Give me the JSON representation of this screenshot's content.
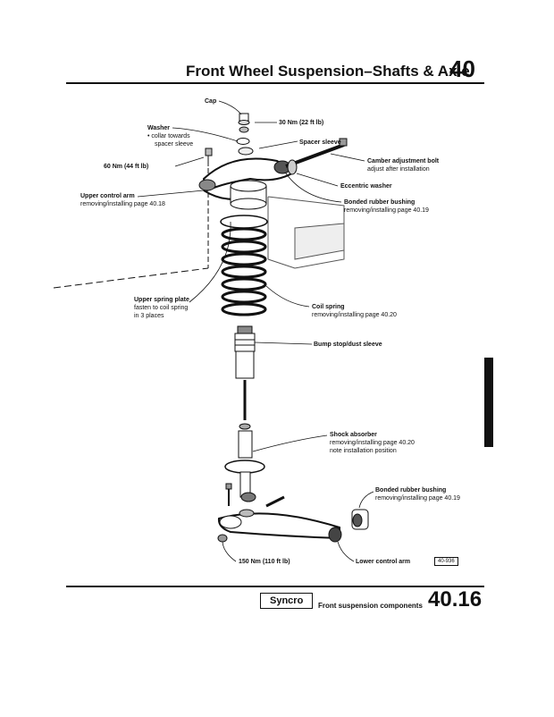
{
  "header": {
    "title": "Front Wheel Suspension–Shafts & Axle",
    "section": "40"
  },
  "labels": {
    "cap": "Cap",
    "torque_30": "30 Nm (22 ft lb)",
    "washer": "Washer",
    "washer_note1": "• collar towards",
    "washer_note2": "spacer sleeve",
    "spacer_sleeve": "Spacer sleeve",
    "camber_bolt": "Camber adjustment bolt",
    "camber_note": "adjust after installation",
    "torque_60": "60 Nm (44 ft lb)",
    "eccentric_washer": "Eccentric washer",
    "upper_arm": "Upper control arm",
    "upper_arm_note": "removing/installing page 40.18",
    "bushing_upper": "Bonded rubber bushing",
    "bushing_upper_note": "removing/installing page 40.19",
    "spring_plate": "Upper spring plate",
    "spring_plate_note1": "fasten to coil spring",
    "spring_plate_note2": "in 3 places",
    "coil_spring": "Coil spring",
    "coil_spring_note": "removing/installing page 40.20",
    "bump_stop": "Bump stop/dust sleeve",
    "shock": "Shock absorber",
    "shock_note1": "removing/installing page 40.20",
    "shock_note2": "note installation position",
    "bushing_lower": "Bonded rubber bushing",
    "bushing_lower_note": "removing/installing page 40.19",
    "torque_150": "150 Nm (110 ft lb)",
    "lower_arm": "Lower control arm",
    "fig_code": "40-936"
  },
  "footer": {
    "badge": "Syncro",
    "caption": "Front suspension components",
    "page": "40.16"
  }
}
